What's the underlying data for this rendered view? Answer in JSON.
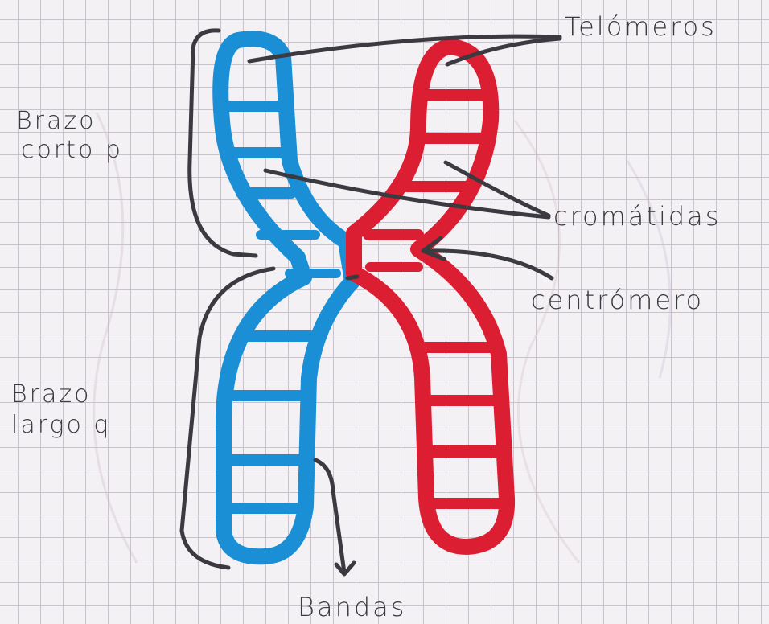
{
  "labels": {
    "telomeros": "Telómeros",
    "brazo_corto_line1": "Brazo",
    "brazo_corto_line2": "corto p",
    "cromatidas": "cromátidas",
    "centromero": "centrómero",
    "brazo_largo_line1": "Brazo",
    "brazo_largo_line2": "largo q",
    "bandas": "Bandas"
  },
  "colors": {
    "chromatid_left": "#1a8fd6",
    "chromatid_right": "#dc1e32",
    "ink": "#3a3a40",
    "paper": "#f3f1f4",
    "grid": "#c9c4cc"
  }
}
